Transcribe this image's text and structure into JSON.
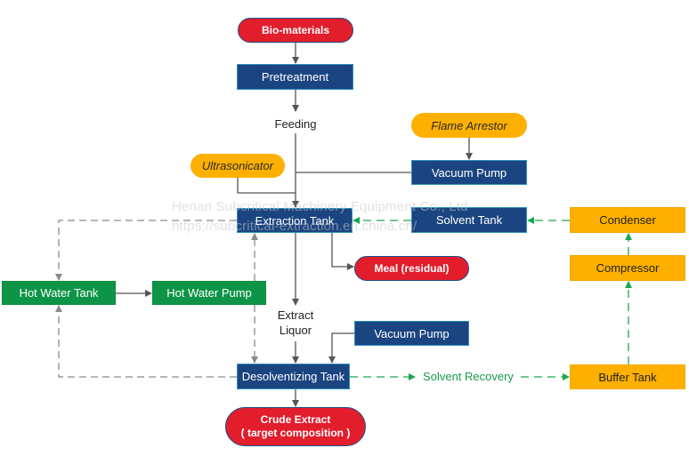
{
  "nodes": {
    "bio_materials": "Bio-materials",
    "pretreatment": "Pretreatment",
    "feeding": "Feeding",
    "flame_arrestor": "Flame Arrestor",
    "ultrasonicator": "Ultrasonicator",
    "vacuum_pump_top": "Vacuum Pump",
    "extraction_tank": "Extraction Tank",
    "solvent_tank": "Solvent Tank",
    "condenser": "Condenser",
    "compressor": "Compressor",
    "hot_water_tank": "Hot Water Tank",
    "hot_water_pump": "Hot Water Pump",
    "meal": "Meal (residual)",
    "extract_liquor_line1": "Extract",
    "extract_liquor_line2": "Liquor",
    "vacuum_pump_bottom": "Vacuum Pump",
    "desolventizing_tank": "Desolventizing Tank",
    "solvent_recovery": "Solvent Recovery",
    "buffer_tank": "Buffer Tank",
    "crude_extract_line1": "Crude Extract",
    "crude_extract_line2": "( target composition )"
  },
  "watermark": {
    "line1": "Henan Subcritical Machinery Equipment Co., Ltd",
    "line2": "https://subcritical-extraction.en.china.cn/"
  },
  "colors": {
    "process_blue": "#1b4580",
    "hot_water_green": "#0e9447",
    "solvent_orange": "#fdb000",
    "terminal_red": "#e21d2c",
    "solvent_flow_green": "#1aa64e",
    "main_flow_gray": "#555555",
    "water_flow_gray": "#8a8a8a"
  }
}
